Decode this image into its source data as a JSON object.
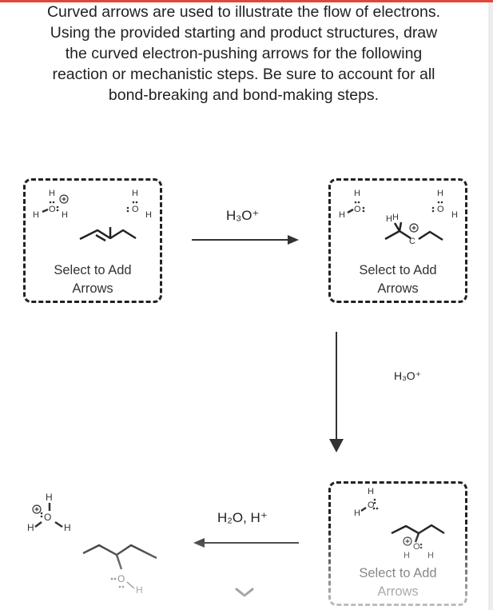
{
  "instructions": {
    "line1": "Curved arrows are used to illustrate the flow of electrons.",
    "line2": "Using the provided starting and product structures, draw",
    "line3": "the curved electron-pushing arrows for the following",
    "line4": "reaction or mechanistic steps. Be sure to account for all",
    "line5": "bond-breaking and bond-making steps."
  },
  "boxes": {
    "box1": {
      "line1": "Select to Add",
      "line2": "Arrows"
    },
    "box2": {
      "line1": "Select to Add",
      "line2": "Arrows"
    },
    "box3": {
      "line1": "Select to Add",
      "line2": "Arrows"
    }
  },
  "reagents": {
    "step1": "H₃O⁺",
    "step2": "H₃O⁺",
    "step3": "H₂O, H⁺"
  },
  "atoms": {
    "H": "H",
    "O": "O",
    "C": "C",
    "plus": "+"
  },
  "colors": {
    "accent_bar": "#e0473a",
    "ink": "#222222"
  },
  "icons": {
    "scroll": "chevron-down-icon"
  }
}
